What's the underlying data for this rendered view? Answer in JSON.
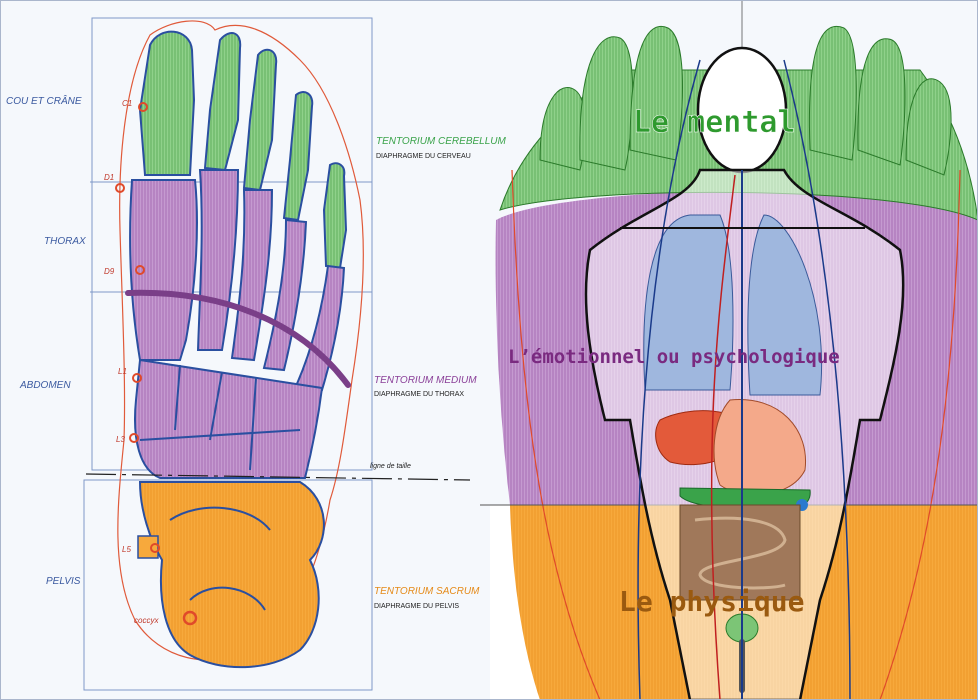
{
  "left_labels": {
    "cou": "COU ET CRÂNE",
    "thorax": "THORAX",
    "abdomen": "ABDOMEN",
    "pelvis": "PELVIS"
  },
  "vertebrae": {
    "c1": "C1",
    "d1": "D1",
    "d9": "D9",
    "l1": "L1",
    "l3": "L3",
    "l5": "L5",
    "coccyx": "coccyx"
  },
  "tentorium": {
    "cerebellum": "TENTORIUM CEREBELLUM",
    "cerebellum_sub": "DIAPHRAGME DU CERVEAU",
    "medium": "TENTORIUM MEDIUM",
    "medium_sub": "DIAPHRAGME DU THORAX",
    "sacrum": "TENTORIUM SACRUM",
    "sacrum_sub": "DIAPHRAGME DU PELVIS"
  },
  "ligne_de_taille": "ligne de taille",
  "zones": {
    "mental": "Le mental",
    "emotionnel": "L’émotionnel ou psychologique",
    "physique": "Le physique"
  },
  "colors": {
    "green": "#7cc576",
    "purple": "#b784c0",
    "orange": "#f5a23a",
    "blue_line": "#2a4fa0",
    "red_line": "#e04a2a",
    "mental_text": "#2e9a2e",
    "emotion_text": "#7a2a80",
    "physique_text": "#9a5a10"
  }
}
